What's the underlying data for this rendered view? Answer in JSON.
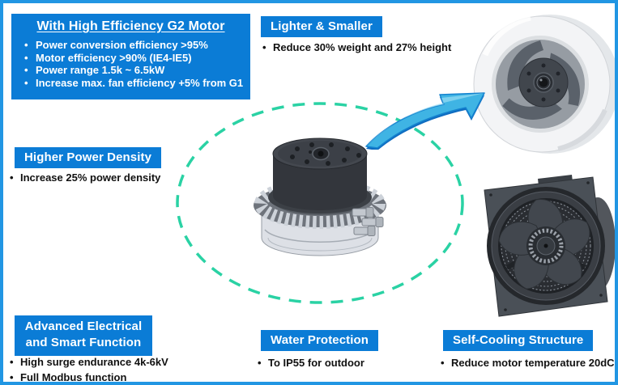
{
  "colors": {
    "accent_blue": "#0b7cd6",
    "border_blue": "#2196e3",
    "teal_dash": "#2ad2a4",
    "arrow_light_blue": "#45bae6",
    "arrow_dark_blue": "#0f6cc0",
    "bullet_text": "#111111"
  },
  "sections": {
    "g2_motor": {
      "title": "With High Efficiency G2 Motor",
      "bullets": [
        "Power conversion efficiency >95%",
        "Motor efficiency >90% (IE4-IE5)",
        "Power range 1.5k ~ 6.5kW",
        "Increase max. fan efficiency +5% from G1"
      ]
    },
    "lighter_smaller": {
      "title": "Lighter & Smaller",
      "bullets": [
        "Reduce 30% weight and 27% height"
      ]
    },
    "higher_power_density": {
      "title": "Higher Power Density",
      "bullets": [
        "Increase 25% power density"
      ]
    },
    "advanced_electrical": {
      "title": "Advanced Electrical and Smart Function",
      "bullets": [
        "High surge endurance 4k-6kV",
        "Full Modbus function"
      ]
    },
    "water_protection": {
      "title": "Water Protection",
      "bullets": [
        "To IP55 for outdoor"
      ]
    },
    "self_cooling": {
      "title": "Self-Cooling Structure",
      "bullets": [
        "Reduce motor temperature 20dC"
      ]
    }
  },
  "graphics": {
    "motor": "g2-motor-3d-render",
    "impeller": "centrifugal-impeller-photo",
    "axial_fan": "axial-plate-fan-render",
    "arrow": "upgrade-swoosh-arrow",
    "ellipse": "teal-dashed-cycle-ellipse"
  }
}
